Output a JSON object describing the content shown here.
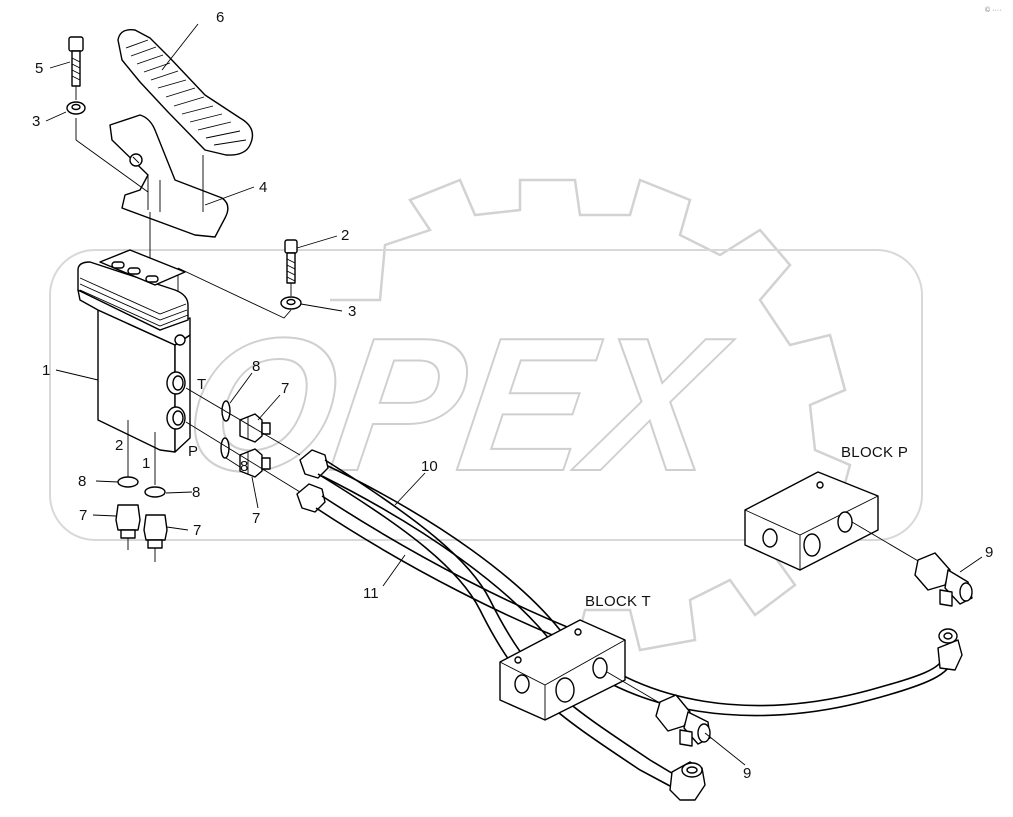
{
  "watermark": {
    "text": "OPEX"
  },
  "corner_mark": "© ····",
  "labels": {
    "part1": "1",
    "part2_bolt": "2",
    "part3_top": "3",
    "part3_right": "3",
    "part4": "4",
    "part5": "5",
    "part6": "6",
    "port_T": "T",
    "port_P": "P",
    "port_num_2": "2",
    "port_num_1": "1",
    "part8_a": "8",
    "part8_b": "8",
    "part8_c": "8",
    "part7_a": "7",
    "part7_b": "7",
    "part7_c": "7",
    "part7_d": "7",
    "part10": "10",
    "part11": "11",
    "part9_a": "9",
    "part9_b": "9",
    "block_p": "BLOCK P",
    "block_t": "BLOCK T"
  }
}
